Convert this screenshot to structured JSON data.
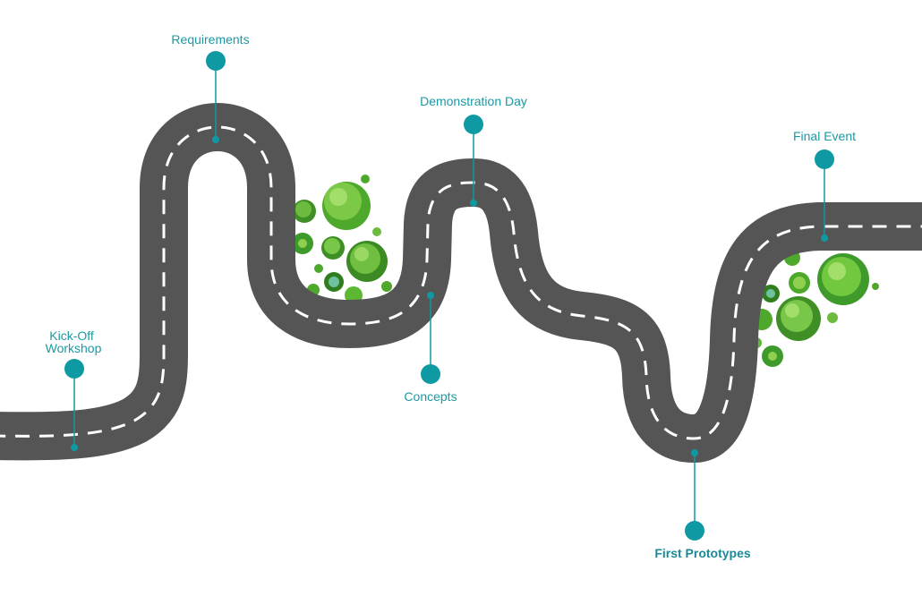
{
  "colors": {
    "road": "#555555",
    "lane": "#ffffff",
    "marker": "#0f9aa3",
    "label": "#1a9aa3",
    "label_emphasis": "#1a8a99",
    "foliage_light": "#8fd14f",
    "foliage_mid": "#5cb832",
    "foliage_dark": "#2f7d1f"
  },
  "milestones": [
    {
      "id": "kickoff",
      "lines": [
        "Kick-Off",
        "Workshop"
      ],
      "emphasis": false
    },
    {
      "id": "requirements",
      "lines": [
        "Requirements"
      ],
      "emphasis": false
    },
    {
      "id": "concepts",
      "lines": [
        "Concepts"
      ],
      "emphasis": false
    },
    {
      "id": "demo",
      "lines": [
        "Demonstration Day"
      ],
      "emphasis": false
    },
    {
      "id": "prototypes",
      "lines": [
        "First Prototypes"
      ],
      "emphasis": true
    },
    {
      "id": "final",
      "lines": [
        "Final Event"
      ],
      "emphasis": false
    }
  ]
}
